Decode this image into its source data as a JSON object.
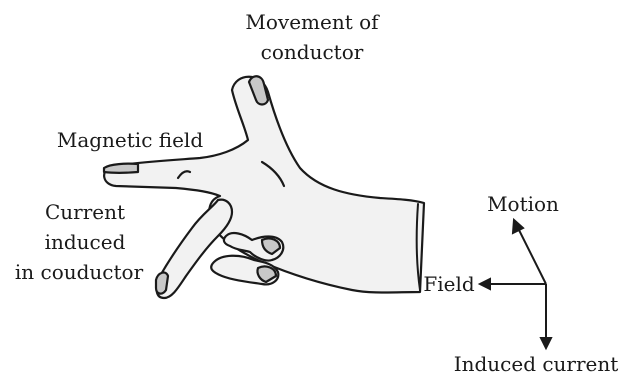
{
  "hand_labels": {
    "movement": [
      "Movement of",
      "conductor"
    ],
    "field": "Magnetic field",
    "current": [
      "Current",
      "induced",
      "in couductor"
    ]
  },
  "axes_labels": {
    "motion": "Motion",
    "field": "Field",
    "current": "Induced current"
  },
  "icons": {
    "hand": "left-hand-fleming-icon",
    "arrows": "arrow-icon"
  },
  "colors": {
    "skin": "#f2f2f2",
    "nail": "#c8c8c8",
    "outline": "#1a1a1a",
    "text": "#1a1a1a"
  }
}
